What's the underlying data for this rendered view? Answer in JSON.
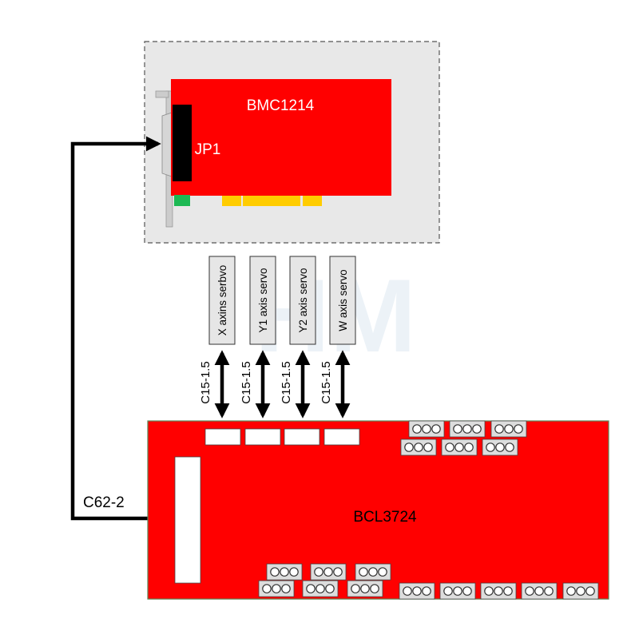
{
  "card": {
    "name": "BMC1214",
    "connector": "JP1",
    "colors": {
      "panel_bg": "#e8e8e8",
      "card": "#ff0000",
      "connector": "#000000",
      "gold": "#ffcc00",
      "led": "#1db954",
      "bracket": "#cccccc"
    }
  },
  "servos": [
    {
      "label": "X axins serbvo",
      "cable": "C15-1.5"
    },
    {
      "label": "Y1 axis servo",
      "cable": "C15-1.5"
    },
    {
      "label": "Y2 axis servo",
      "cable": "C15-1.5"
    },
    {
      "label": "W axis servo",
      "cable": "C15-1.5"
    }
  ],
  "board": {
    "name": "BCL3724",
    "colors": {
      "board": "#ff0000",
      "border": "#5a8a5a",
      "terminal_shell": "#dddddd",
      "terminal_hole": "#ffffff"
    }
  },
  "main_cable": {
    "label": "C62-2"
  },
  "watermark": {
    "text": "HM",
    "color": "#c9dceb"
  }
}
